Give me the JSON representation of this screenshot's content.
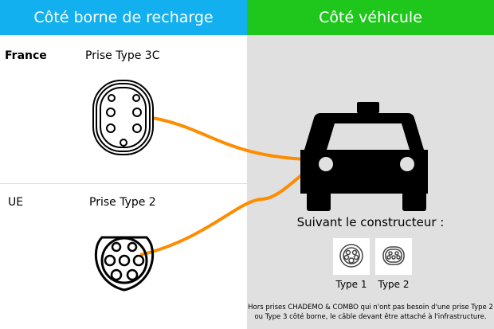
{
  "header": {
    "left": "Côté borne de recharge",
    "right": "Côté véhicule"
  },
  "france": {
    "region": "France",
    "plug": "Prise Type 3C"
  },
  "eu": {
    "region": "UE",
    "plug": "Prise Type 2"
  },
  "vehicle": {
    "subtitle": "Suivant le constructeur :",
    "types": [
      "Type 1",
      "Type 2"
    ],
    "note": [
      "Hors prises CHADEMO & COMBO qui n'ont pas besoin d'une prise Type 2",
      "ou Type 3 côté borne, le câble devant être attaché à l'infrastructure."
    ]
  },
  "colors": {
    "left_header": "#12b0ee",
    "right_header": "#1fc71c",
    "cable": "#ff8c00",
    "vehicle_bg": "#e0e0e0"
  }
}
